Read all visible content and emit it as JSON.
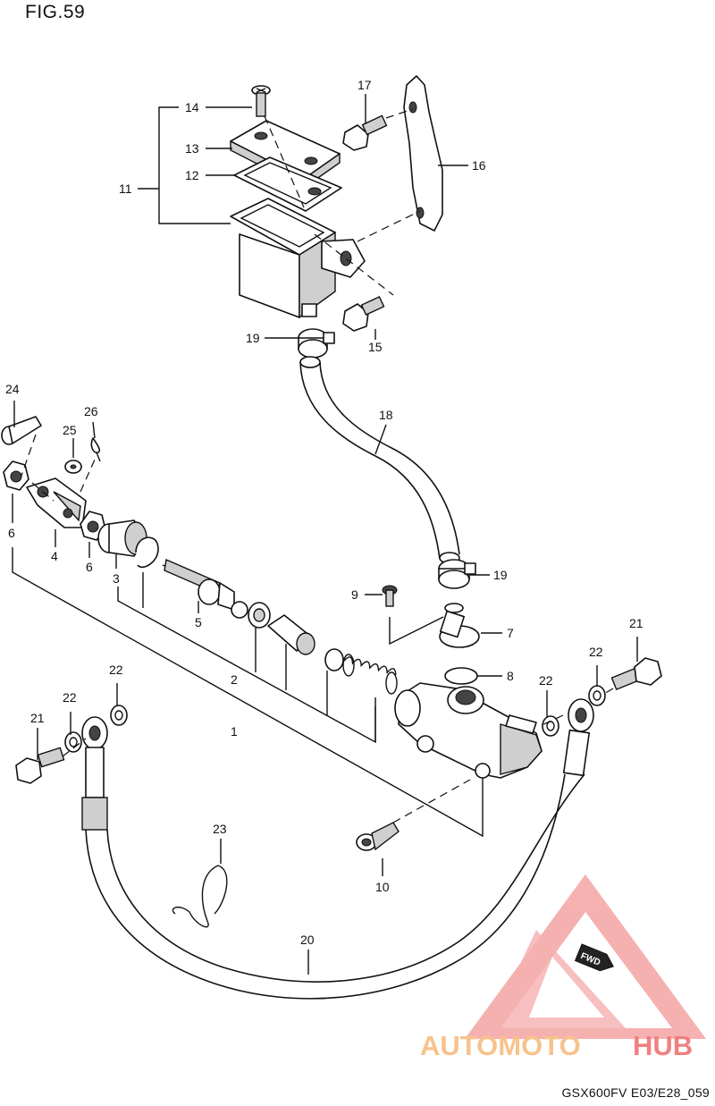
{
  "figure": {
    "title": "FIG.59",
    "code": "GSX600FV E03/E28_059"
  },
  "callouts": {
    "n1": "1",
    "n2": "2",
    "n3": "3",
    "n4": "4",
    "n5": "5",
    "n6a": "6",
    "n6b": "6",
    "n7": "7",
    "n8": "8",
    "n9": "9",
    "n10": "10",
    "n11": "11",
    "n12": "12",
    "n13": "13",
    "n14": "14",
    "n15": "15",
    "n16": "16",
    "n17": "17",
    "n18": "18",
    "n19a": "19",
    "n19b": "19",
    "n20": "20",
    "n21a": "21",
    "n21b": "21",
    "n22a": "22",
    "n22b": "22",
    "n22c": "22",
    "n22d": "22",
    "n23": "23",
    "n24": "24",
    "n25": "25",
    "n26": "26"
  },
  "badge": {
    "fwd": "FWD"
  },
  "watermark": {
    "part1": "AUTOMOTO",
    "part2": "HUB",
    "color_primary": "#f08080",
    "color_secondary": "#f7c28c"
  }
}
